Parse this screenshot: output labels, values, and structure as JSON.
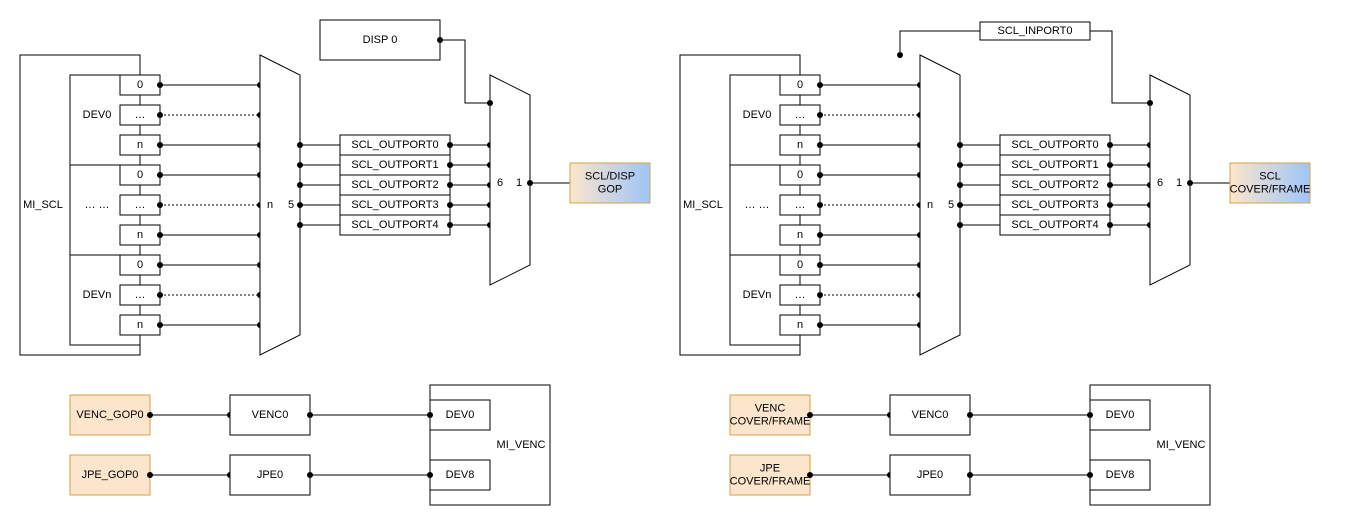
{
  "colors": {
    "orange_fill": "#fce5cd",
    "orange_stroke": "#d6a344",
    "blue_fill": "#9fc5f8"
  },
  "left": {
    "mi_scl": "MI_SCL",
    "devs": [
      {
        "name": "DEV0",
        "ports": [
          "0",
          "…",
          "n"
        ]
      },
      {
        "name": "… …",
        "ports": [
          "0",
          "…",
          "n"
        ]
      },
      {
        "name": "DEVn",
        "ports": [
          "0",
          "…",
          "n"
        ]
      }
    ],
    "mux1_in": "n",
    "mux1_out": "5",
    "disp": "DISP 0",
    "outports": [
      "SCL_OUTPORT0",
      "SCL_OUTPORT1",
      "SCL_OUTPORT2",
      "SCL_OUTPORT3",
      "SCL_OUTPORT4"
    ],
    "mux2_in": "6",
    "mux2_out": "1",
    "target": [
      "SCL/DISP",
      "GOP"
    ],
    "venc_src": [
      "VENC_GOP0"
    ],
    "venc": "VENC0",
    "jpe_src": [
      "JPE_GOP0"
    ],
    "jpe": "JPE0",
    "mi_venc": "MI_VENC",
    "dev0": "DEV0",
    "dev8": "DEV8"
  },
  "right": {
    "mi_scl": "MI_SCL",
    "devs": [
      {
        "name": "DEV0",
        "ports": [
          "0",
          "…",
          "n"
        ]
      },
      {
        "name": "… …",
        "ports": [
          "0",
          "…",
          "n"
        ]
      },
      {
        "name": "DEVn",
        "ports": [
          "0",
          "…",
          "n"
        ]
      }
    ],
    "mux1_in": "n",
    "mux1_out": "5",
    "inport": "SCL_INPORT0",
    "outports": [
      "SCL_OUTPORT0",
      "SCL_OUTPORT1",
      "SCL_OUTPORT2",
      "SCL_OUTPORT3",
      "SCL_OUTPORT4"
    ],
    "mux2_in": "6",
    "mux2_out": "1",
    "target": [
      "SCL",
      "COVER/FRAME"
    ],
    "venc_src": [
      "VENC",
      "COVER/FRAME"
    ],
    "venc": "VENC0",
    "jpe_src": [
      "JPE",
      "COVER/FRAME"
    ],
    "jpe": "JPE0",
    "mi_venc": "MI_VENC",
    "dev0": "DEV0",
    "dev8": "DEV8"
  }
}
